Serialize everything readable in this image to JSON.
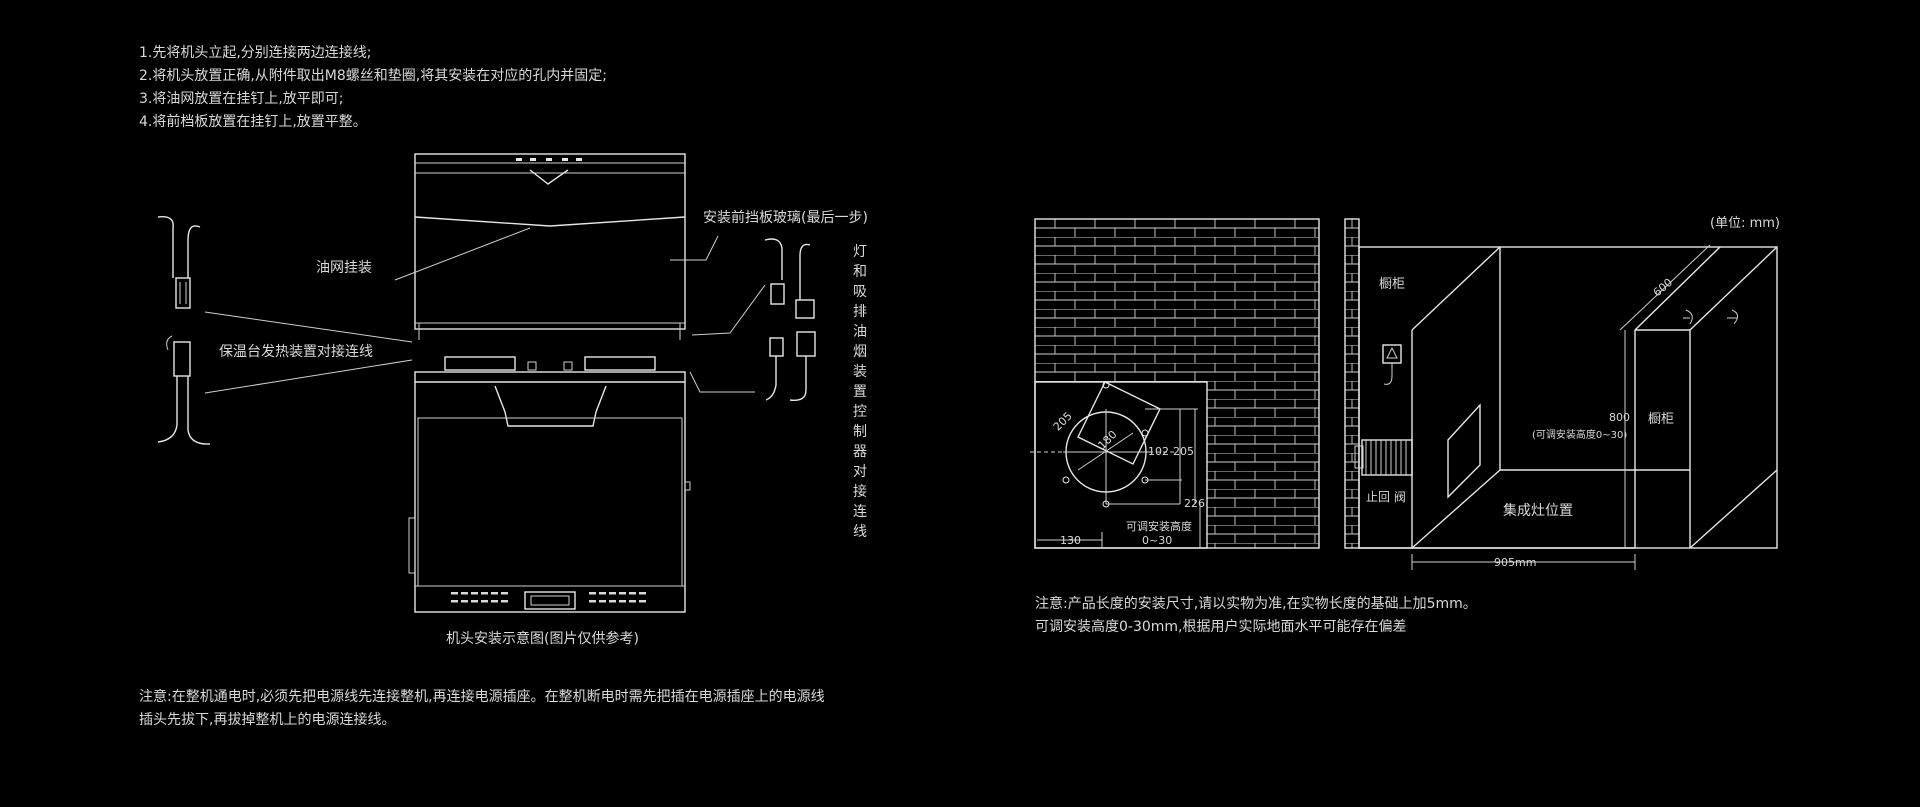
{
  "steps": [
    "1.先将机头立起,分别连接两边连接线;",
    "2.将机头放置正确,从附件取出M8螺丝和垫圈,将其安装在对应的孔内并固定;",
    "3.将油网放置在挂钉上,放平即可;",
    "4.将前档板放置在挂钉上,放置平整。"
  ],
  "hood_labels": {
    "oil_net": "油网挂装",
    "front_glass": "安装前挡板玻璃(最后一步)",
    "warmer_wire": "保温台发热装置对接连线",
    "light_wire": "灯和吸排油烟装置控制器对接连线"
  },
  "caption": "机头安装示意图(图片仅供参考)",
  "left_note": [
    "注意:在整机通电时,必须先把电源线先连接整机,再连接电源插座。在整机断电时需先把插在电源插座上的电源线",
    "插头先拔下,再拔掉整机上的电源连接线。"
  ],
  "wall_dims": {
    "d205a": "205",
    "d180": "180",
    "d102": "102",
    "d205b": "205",
    "d226": "226",
    "d130": "130",
    "adjust": "可调安装高度",
    "adjust_range": "0~30"
  },
  "room": {
    "unit": "(单位: mm)",
    "cabinet_left": "橱柜",
    "cabinet_right": "橱柜",
    "d600": "600",
    "d800": "800",
    "d800_note": "(可调安装高度0~30)",
    "check_valve": "止回 阀",
    "stove_pos": "集成灶位置",
    "d905": "905mm"
  },
  "right_note": [
    "注意:产品长度的安装尺寸,请以实物为准,在实物长度的基础上加5mm。",
    "可调安装高度0-30mm,根据用户实际地面水平可能存在偏差"
  ],
  "colors": {
    "background": "#000000",
    "line": "#e6e6e6",
    "text": "#d9d9d9"
  }
}
